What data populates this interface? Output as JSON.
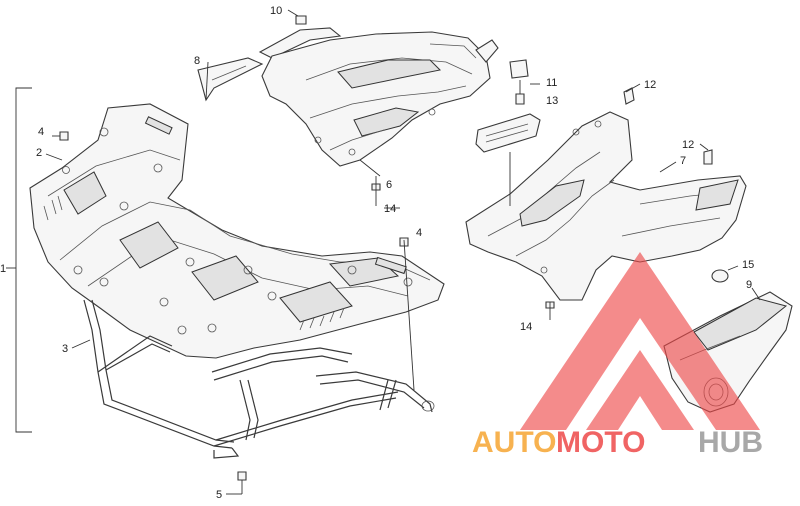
{
  "callouts": [
    {
      "id": "c1",
      "label": "1"
    },
    {
      "id": "c2",
      "label": "2"
    },
    {
      "id": "c3",
      "label": "3"
    },
    {
      "id": "c4a",
      "label": "4"
    },
    {
      "id": "c4b",
      "label": "4"
    },
    {
      "id": "c5",
      "label": "5"
    },
    {
      "id": "c6",
      "label": "6"
    },
    {
      "id": "c7",
      "label": "7"
    },
    {
      "id": "c8",
      "label": "8"
    },
    {
      "id": "c9",
      "label": "9"
    },
    {
      "id": "c10",
      "label": "10"
    },
    {
      "id": "c11",
      "label": "11"
    },
    {
      "id": "c12a",
      "label": "12"
    },
    {
      "id": "c12b",
      "label": "12"
    },
    {
      "id": "c13",
      "label": "13"
    },
    {
      "id": "c14a",
      "label": "14"
    },
    {
      "id": "c14b",
      "label": "14"
    },
    {
      "id": "c15",
      "label": "15"
    }
  ],
  "watermark": {
    "part1": "AUTO",
    "part2": "MOTO",
    "part3": "HUB",
    "colors": {
      "orange": "#f6a532",
      "red": "#ee4a4a",
      "gray": "#9a9a9a"
    }
  }
}
